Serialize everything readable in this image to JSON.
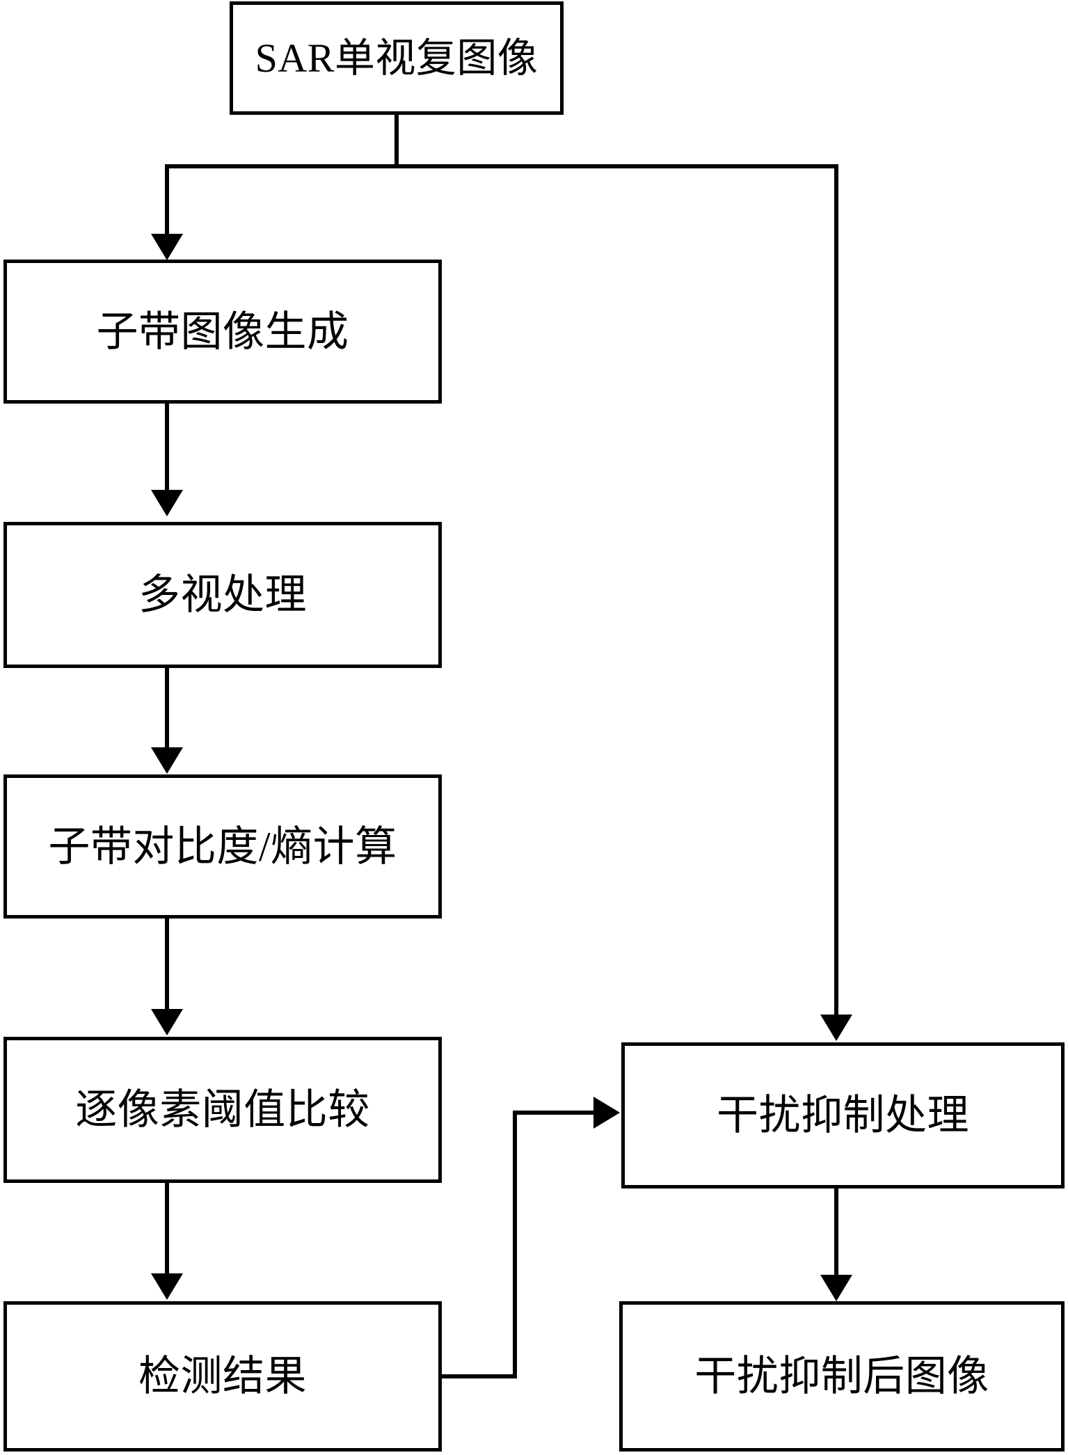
{
  "diagram": {
    "title_text": "SAR单视复图像",
    "colors": {
      "stroke": "#000000",
      "fill": "#ffffff",
      "text": "#000000"
    },
    "nodes": [
      {
        "id": "sar-slc-image",
        "label": "SAR单视复图像"
      },
      {
        "id": "subband-generation",
        "label": "子带图像生成"
      },
      {
        "id": "multilook-processing",
        "label": "多视处理"
      },
      {
        "id": "contrast-entropy",
        "label": "子带对比度/熵计算"
      },
      {
        "id": "pixelwise-threshold",
        "label": "逐像素阈值比较"
      },
      {
        "id": "detection-result",
        "label": "检测结果"
      },
      {
        "id": "interference-suppression",
        "label": "干扰抑制处理"
      },
      {
        "id": "suppressed-image",
        "label": "干扰抑制后图像"
      }
    ],
    "edges": [
      {
        "from": "sar-slc-image",
        "to": "subband-generation"
      },
      {
        "from": "sar-slc-image",
        "to": "interference-suppression"
      },
      {
        "from": "subband-generation",
        "to": "multilook-processing"
      },
      {
        "from": "multilook-processing",
        "to": "contrast-entropy"
      },
      {
        "from": "contrast-entropy",
        "to": "pixelwise-threshold"
      },
      {
        "from": "pixelwise-threshold",
        "to": "detection-result"
      },
      {
        "from": "detection-result",
        "to": "interference-suppression"
      },
      {
        "from": "interference-suppression",
        "to": "suppressed-image"
      }
    ]
  }
}
